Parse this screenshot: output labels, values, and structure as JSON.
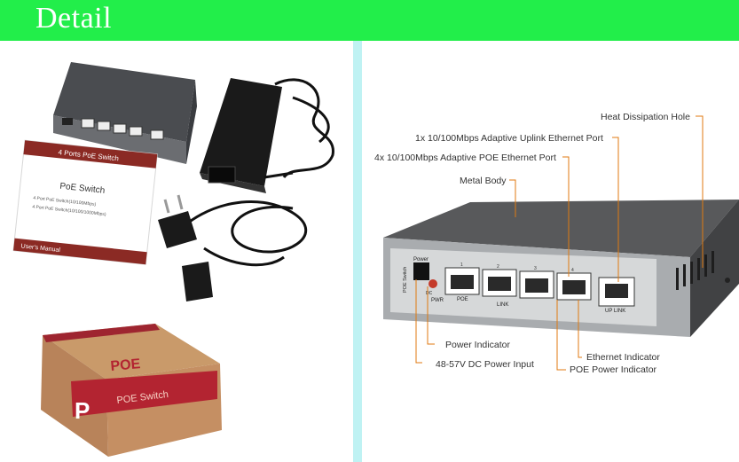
{
  "header": {
    "title": "Detail",
    "background": "#22ee4a"
  },
  "left_panel": {
    "manual": {
      "banner": "4 Ports PoE Switch",
      "title": "PoE Switch",
      "option_1": "4 Port PoE Switch(10/100Mbps)",
      "option_2": "4 Port PoE Switch(10/100/1000Mbps)",
      "footer": "User's Manual"
    },
    "box": {
      "label_top": "POE",
      "label_band": "POE Switch",
      "logo_letter": "P"
    }
  },
  "right_panel": {
    "device_labels": {
      "power": "Power",
      "poe_switch": "POE Switch",
      "dc": "DC",
      "pwr": "PWR",
      "poe": "POE",
      "link": "LINK",
      "uplink": "UP LINK",
      "port_numbers": [
        "1",
        "2",
        "3",
        "4"
      ]
    },
    "callouts": {
      "heat": "Heat Dissipation Hole",
      "uplink": "1x 10/100Mbps Adaptive Uplink Ethernet Port",
      "poe_ports": "4x 10/100Mbps Adaptive POE Ethernet Port",
      "body": "Metal Body",
      "power_indicator": "Power Indicator",
      "ethernet_indicator": "Ethernet Indicator",
      "dc_input": "48-57V DC Power Input",
      "poe_power_indicator": "POE Power Indicator"
    },
    "leader_color": "#e07a10"
  }
}
